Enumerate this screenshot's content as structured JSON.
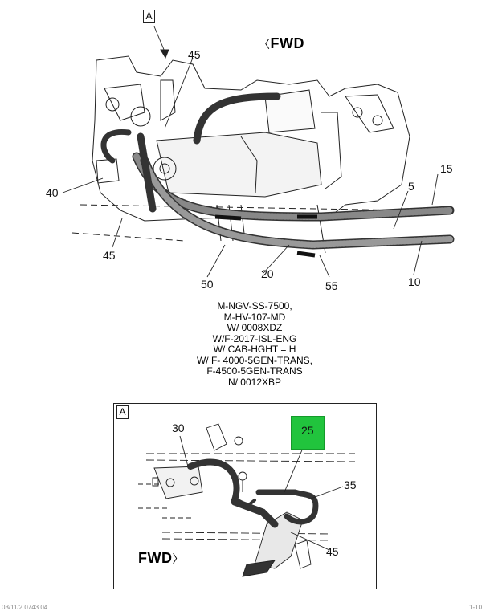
{
  "main_view": {
    "view_marker": "A",
    "direction": "FWD",
    "callouts": [
      "45",
      "15",
      "5",
      "40",
      "45",
      "50",
      "20",
      "55",
      "10"
    ]
  },
  "notes": [
    "M-NGV-SS-7500,",
    "M-HV-107-MD",
    "W/ 0008XDZ",
    "W/F-2017-ISL-ENG",
    "W/ CAB-HGHT = H",
    "W/ F- 4000-5GEN-TRANS,",
    "F-4500-5GEN-TRANS",
    "N/ 0012XBP"
  ],
  "detail_view": {
    "label": "A",
    "direction": "FWD",
    "highlighted_callout": "25",
    "callouts": [
      "30",
      "35",
      "45"
    ],
    "highlight_color": "#21c43d"
  },
  "footer": {
    "left": "03/11/2 0743 04",
    "right": "1-10"
  }
}
